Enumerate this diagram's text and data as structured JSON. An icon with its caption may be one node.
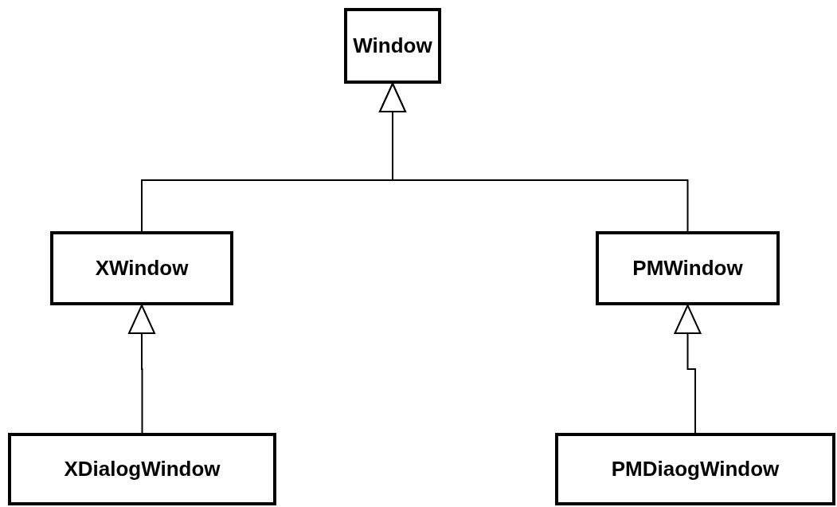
{
  "diagram": {
    "nodes": [
      {
        "text": [
          "Window"
        ]
      },
      {
        "text": [
          "XWindow"
        ]
      },
      {
        "text": [
          "PMWindow"
        ]
      },
      {
        "text": [
          "XDialogWindow"
        ]
      },
      {
        "text": [
          "PMDiaogWindow"
        ]
      }
    ],
    "edges": [
      {
        "from": 1,
        "to": 0,
        "arrow": "to"
      },
      {
        "from": 2,
        "to": 0,
        "arrow": "to"
      },
      {
        "from": 3,
        "to": 1,
        "arrow": "to"
      },
      {
        "from": 4,
        "to": 2,
        "arrow": "to"
      }
    ]
  }
}
